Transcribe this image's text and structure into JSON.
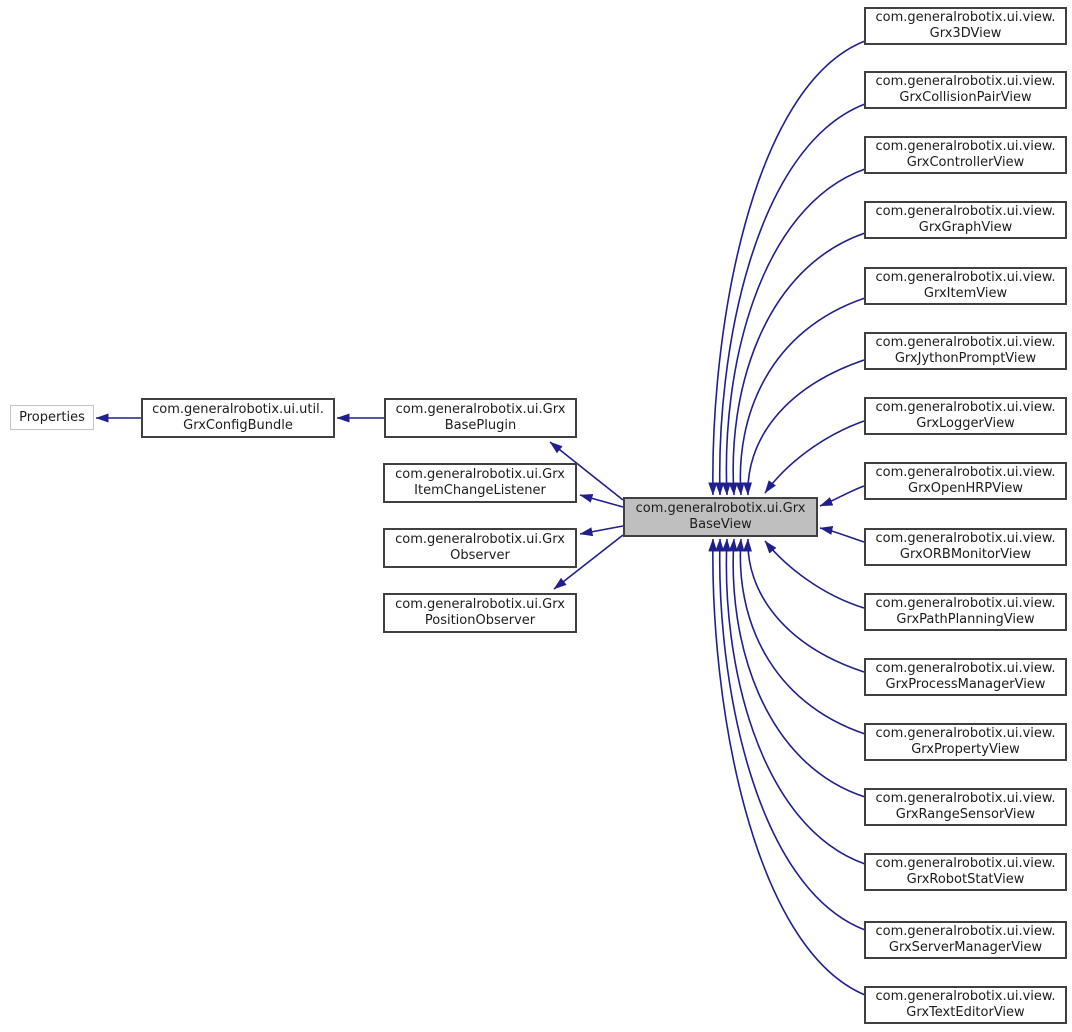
{
  "colors": {
    "edge": "#20208d",
    "node_border": "#404040",
    "plain_border": "#c4c4c4",
    "selected_fill": "#bfbfbf",
    "node_fill": "#ffffff",
    "text": "#1c1c1c",
    "bg": "#ffffff"
  },
  "nodes": {
    "properties": {
      "label": "Properties"
    },
    "config_bundle": {
      "line1": "com.generalrobotix.ui.util.",
      "line2": "GrxConfigBundle"
    },
    "base_plugin": {
      "line1": "com.generalrobotix.ui.Grx",
      "line2": "BasePlugin"
    },
    "item_change_listener": {
      "line1": "com.generalrobotix.ui.Grx",
      "line2": "ItemChangeListener"
    },
    "observer": {
      "line1": "com.generalrobotix.ui.Grx",
      "line2": "Observer"
    },
    "position_observer": {
      "line1": "com.generalrobotix.ui.Grx",
      "line2": "PositionObserver"
    },
    "base_view": {
      "line1": "com.generalrobotix.ui.Grx",
      "line2": "BaseView"
    },
    "views": [
      {
        "line1": "com.generalrobotix.ui.view.",
        "line2": "Grx3DView"
      },
      {
        "line1": "com.generalrobotix.ui.view.",
        "line2": "GrxCollisionPairView"
      },
      {
        "line1": "com.generalrobotix.ui.view.",
        "line2": "GrxControllerView"
      },
      {
        "line1": "com.generalrobotix.ui.view.",
        "line2": "GrxGraphView"
      },
      {
        "line1": "com.generalrobotix.ui.view.",
        "line2": "GrxItemView"
      },
      {
        "line1": "com.generalrobotix.ui.view.",
        "line2": "GrxJythonPromptView"
      },
      {
        "line1": "com.generalrobotix.ui.view.",
        "line2": "GrxLoggerView"
      },
      {
        "line1": "com.generalrobotix.ui.view.",
        "line2": "GrxOpenHRPView"
      },
      {
        "line1": "com.generalrobotix.ui.view.",
        "line2": "GrxORBMonitorView"
      },
      {
        "line1": "com.generalrobotix.ui.view.",
        "line2": "GrxPathPlanningView"
      },
      {
        "line1": "com.generalrobotix.ui.view.",
        "line2": "GrxProcessManagerView"
      },
      {
        "line1": "com.generalrobotix.ui.view.",
        "line2": "GrxPropertyView"
      },
      {
        "line1": "com.generalrobotix.ui.view.",
        "line2": "GrxRangeSensorView"
      },
      {
        "line1": "com.generalrobotix.ui.view.",
        "line2": "GrxRobotStatView"
      },
      {
        "line1": "com.generalrobotix.ui.view.",
        "line2": "GrxServerManagerView"
      },
      {
        "line1": "com.generalrobotix.ui.view.",
        "line2": "GrxTextEditorView"
      }
    ]
  },
  "edges": [
    {
      "from": "config_bundle",
      "to": "properties"
    },
    {
      "from": "base_plugin",
      "to": "config_bundle"
    },
    {
      "from": "base_view",
      "to": "base_plugin"
    },
    {
      "from": "base_view",
      "to": "item_change_listener"
    },
    {
      "from": "base_view",
      "to": "observer"
    },
    {
      "from": "base_view",
      "to": "position_observer"
    },
    {
      "from": "Grx3DView",
      "to": "base_view"
    },
    {
      "from": "GrxCollisionPairView",
      "to": "base_view"
    },
    {
      "from": "GrxControllerView",
      "to": "base_view"
    },
    {
      "from": "GrxGraphView",
      "to": "base_view"
    },
    {
      "from": "GrxItemView",
      "to": "base_view"
    },
    {
      "from": "GrxJythonPromptView",
      "to": "base_view"
    },
    {
      "from": "GrxLoggerView",
      "to": "base_view"
    },
    {
      "from": "GrxOpenHRPView",
      "to": "base_view"
    },
    {
      "from": "GrxORBMonitorView",
      "to": "base_view"
    },
    {
      "from": "GrxPathPlanningView",
      "to": "base_view"
    },
    {
      "from": "GrxProcessManagerView",
      "to": "base_view"
    },
    {
      "from": "GrxPropertyView",
      "to": "base_view"
    },
    {
      "from": "GrxRangeSensorView",
      "to": "base_view"
    },
    {
      "from": "GrxRobotStatView",
      "to": "base_view"
    },
    {
      "from": "GrxServerManagerView",
      "to": "base_view"
    },
    {
      "from": "GrxTextEditorView",
      "to": "base_view"
    }
  ]
}
